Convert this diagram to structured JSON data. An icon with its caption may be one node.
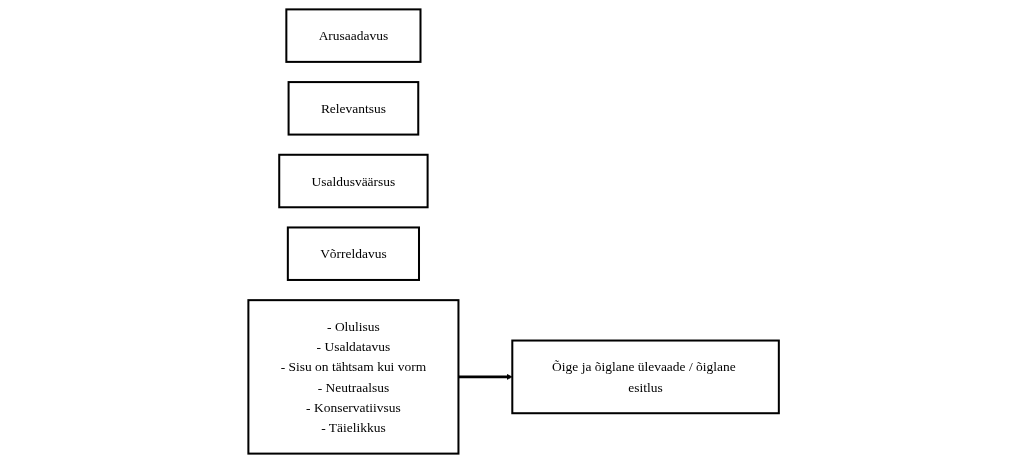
{
  "diagram": {
    "nodes": [
      {
        "text": [
          "Arusaadavus"
        ]
      },
      {
        "text": [
          "Relevantsus"
        ]
      },
      {
        "text": [
          "Usaldusväärsus"
        ]
      },
      {
        "text": [
          "Võrreldavus"
        ]
      },
      {
        "text": [
          "- Olulisus",
          "- Usaldatavus",
          "- Sisu on tähtsam kui vorm",
          "- Neutraalsus",
          "- Konservatiivsus",
          "- Täielikkus"
        ]
      },
      {
        "text": [
          "Õige ja õiglane ülevaade / õiglane esitlus"
        ]
      }
    ],
    "edges": [
      {
        "from": 4,
        "to": 5,
        "arrow": "to"
      }
    ]
  }
}
